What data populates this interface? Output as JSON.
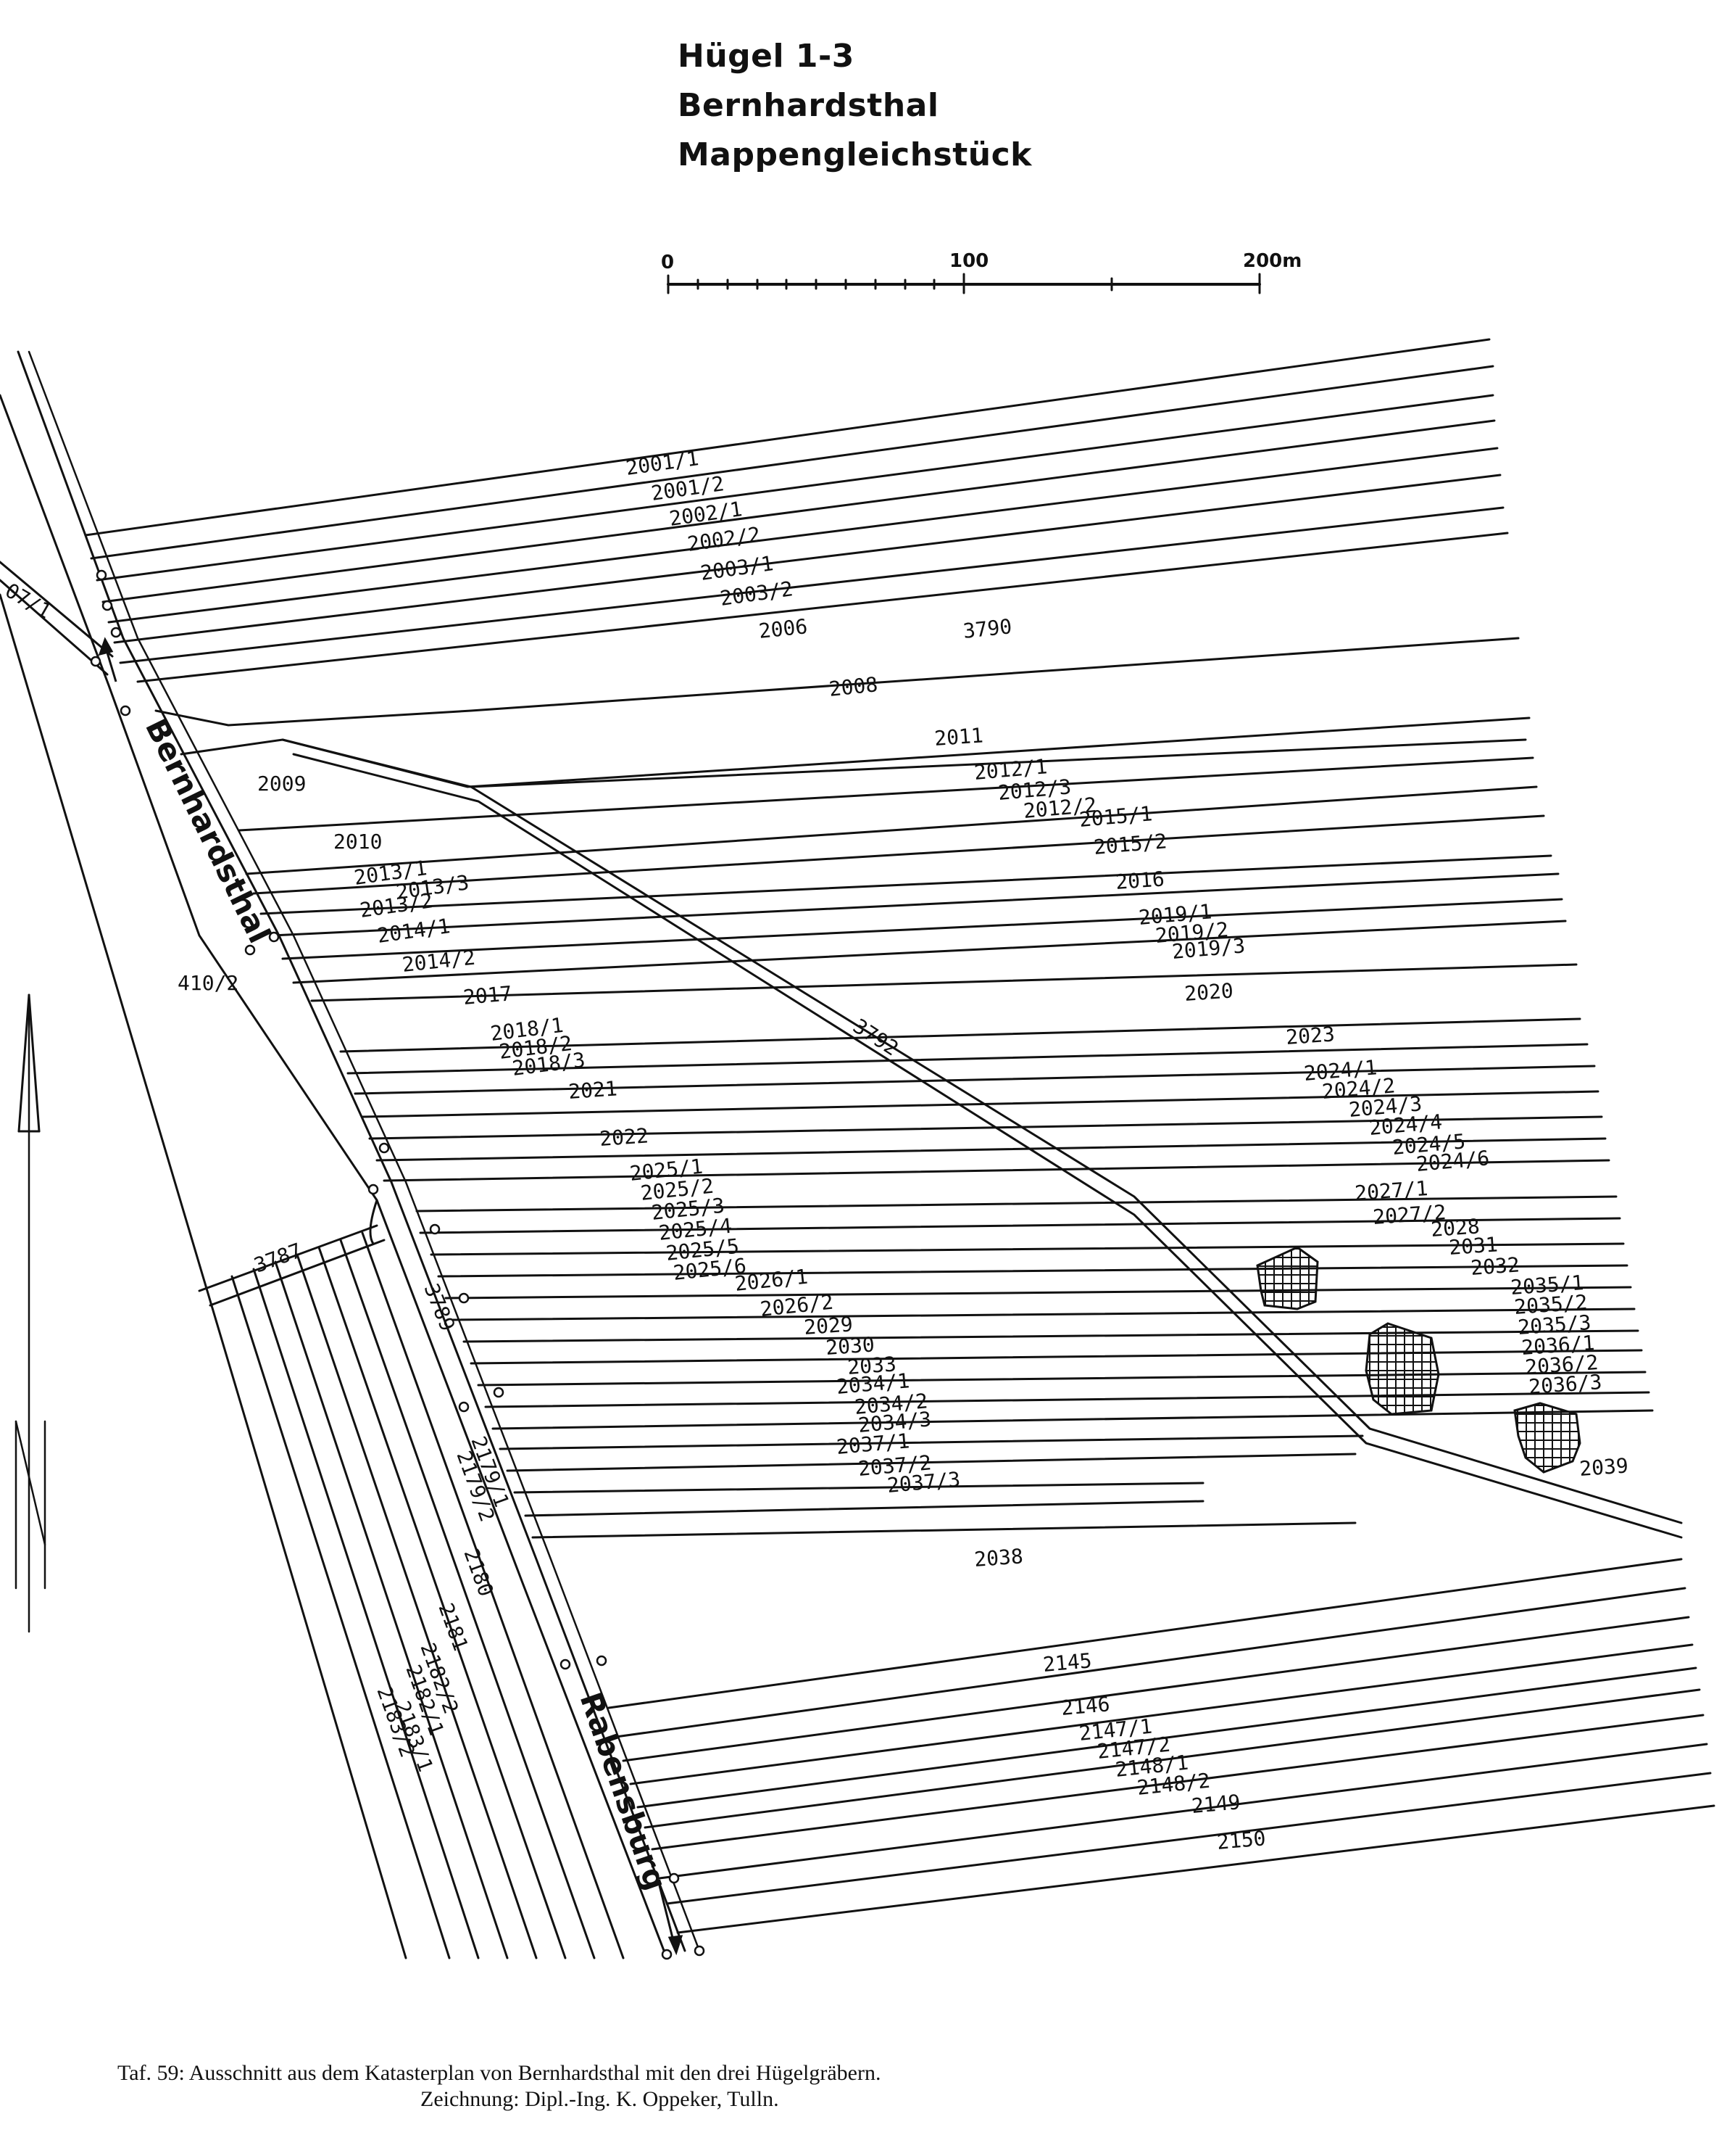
{
  "title": {
    "line1": "Hügel 1-3",
    "line2": "Bernhardsthal",
    "line3": "Mappengleichstück"
  },
  "scale_bar": {
    "label_0": "0",
    "label_100": "100",
    "label_200": "200m"
  },
  "road_labels": {
    "bernhardsthal": "Bernhardsthal",
    "rabensburg": "Rabensburg"
  },
  "parcels": {
    "p2001_1": "2001/1",
    "p2001_2": "2001/2",
    "p2002_1": "2002/1",
    "p2002_2": "2002/2",
    "p2003_1": "2003/1",
    "p2003_2": "2003/2",
    "p2006": "2006",
    "p3790": "3790",
    "p2008": "2008",
    "p2009": "2009",
    "p2010": "2010",
    "p2011": "2011",
    "p2012_1": "2012/1",
    "p2012_3": "2012/3",
    "p2012_2": "2012/2",
    "p2013_1": "2013/1",
    "p2013_3": "2013/3",
    "p2013_2": "2013/2",
    "p2014_1": "2014/1",
    "p2014_2": "2014/2",
    "p2015_1": "2015/1",
    "p2015_2": "2015/2",
    "p2016": "2016",
    "p2017": "2017",
    "p2018_1": "2018/1",
    "p2018_2": "2018/2",
    "p2018_3": "2018/3",
    "p2019_1": "2019/1",
    "p2019_2": "2019/2",
    "p2019_3": "2019/3",
    "p2020": "2020",
    "p2021": "2021",
    "p2022": "2022",
    "p2023": "2023",
    "p2024_1": "2024/1",
    "p2024_2": "2024/2",
    "p2024_3": "2024/3",
    "p2024_4": "2024/4",
    "p2024_5": "2024/5",
    "p2024_6": "2024/6",
    "p2025_1": "2025/1",
    "p2025_2": "2025/2",
    "p2025_3": "2025/3",
    "p2025_4": "2025/4",
    "p2025_5": "2025/5",
    "p2025_6": "2025/6",
    "p2026_1": "2026/1",
    "p2026_2": "2026/2",
    "p2027_1": "2027/1",
    "p2027_2": "2027/2",
    "p2028": "2028",
    "p2029": "2029",
    "p2030": "2030",
    "p2031": "2031",
    "p2032": "2032",
    "p2033": "2033",
    "p2034_1": "2034/1",
    "p2034_2": "2034/2",
    "p2034_3": "2034/3",
    "p2035_1": "2035/1",
    "p2035_2": "2035/2",
    "p2035_3": "2035/3",
    "p2036_1": "2036/1",
    "p2036_2": "2036/2",
    "p2036_3": "2036/3",
    "p2037_1": "2037/1",
    "p2037_2": "2037/2",
    "p2037_3": "2037/3",
    "p2038": "2038",
    "p2039": "2039",
    "p3792": "3792",
    "p3789": "3789",
    "p3787": "3787",
    "p410_2": "410/2",
    "p07_1": "07/1",
    "p2145": "2145",
    "p2146": "2146",
    "p2147_1": "2147/1",
    "p2147_2": "2147/2",
    "p2148_1": "2148/1",
    "p2148_2": "2148/2",
    "p2149": "2149",
    "p2150": "2150",
    "p2179_1": "2179/1",
    "p2179_2": "2179/2",
    "p2180": "2180",
    "p2181": "2181",
    "p2182_2": "2182/2",
    "p2182_1": "2182/1",
    "p2183_1": "2183/1",
    "p2183_2": "2183/2"
  },
  "caption": {
    "line1": "Taf. 59: Ausschnitt aus dem Katasterplan von Bernhardsthal mit den drei Hügelgräbern.",
    "line2": "Zeichnung: Dipl.-Ing. K. Oppeker, Tulln."
  }
}
